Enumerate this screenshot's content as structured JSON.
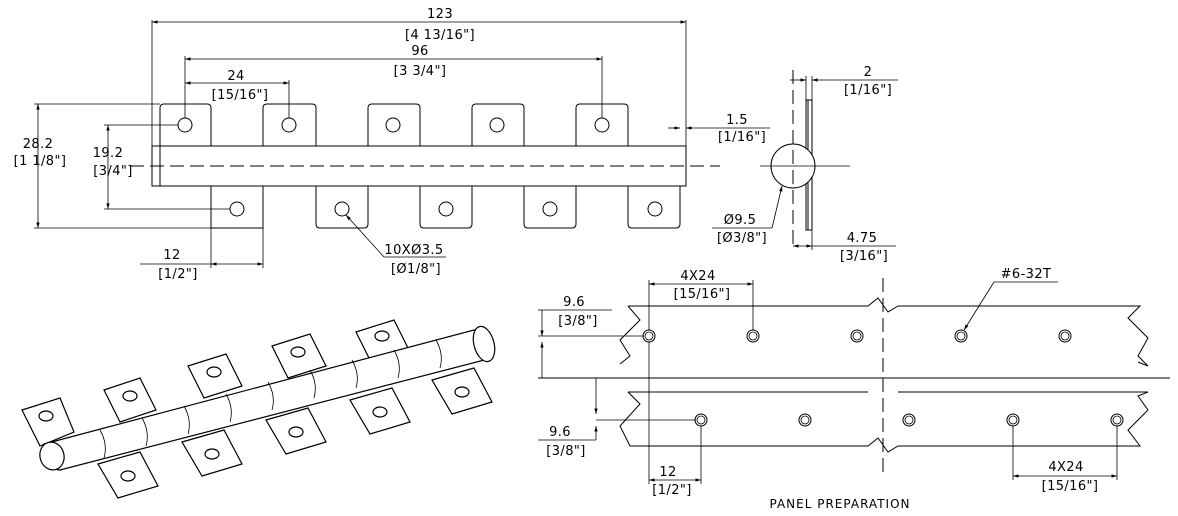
{
  "front_view": {
    "overall_length": {
      "mm": "123",
      "inch": "[4 13/16\"]"
    },
    "end_hole_pitch": {
      "mm": "96",
      "inch": "[3 3/4\"]"
    },
    "hole_pitch": {
      "mm": "24",
      "inch": "[15/16\"]"
    },
    "overall_height": {
      "mm": "28.2",
      "inch": "[1 1/8\"]"
    },
    "hole_row_spacing": {
      "mm": "19.2",
      "inch": "[3/4\"]"
    },
    "edge_offset": {
      "mm": "12",
      "inch": "[1/2\"]"
    },
    "holes": {
      "spec": "10XØ3.5",
      "inch": "[Ø1/8\"]"
    },
    "knuckle_gap": {
      "mm": "1.5",
      "inch": "[1/16\"]"
    }
  },
  "side_view": {
    "leaf_thickness": {
      "mm": "2",
      "inch": "[1/16\"]"
    },
    "pin_diameter": {
      "mm": "Ø9.5",
      "inch": "[Ø3/8\"]"
    },
    "leaf_offset": {
      "mm": "4.75",
      "inch": "[3/16\"]"
    }
  },
  "panel": {
    "title": "PANEL PREPARATION",
    "thread": "#6-32T",
    "top_pitch": {
      "mm": "4X24",
      "inch": "[15/16\"]"
    },
    "bottom_pitch": {
      "mm": "4X24",
      "inch": "[15/16\"]"
    },
    "top_offset": {
      "mm": "9.6",
      "inch": "[3/8\"]"
    },
    "bottom_offset": {
      "mm": "9.6",
      "inch": "[3/8\"]"
    },
    "edge_offset": {
      "mm": "12",
      "inch": "[1/2\"]"
    }
  }
}
